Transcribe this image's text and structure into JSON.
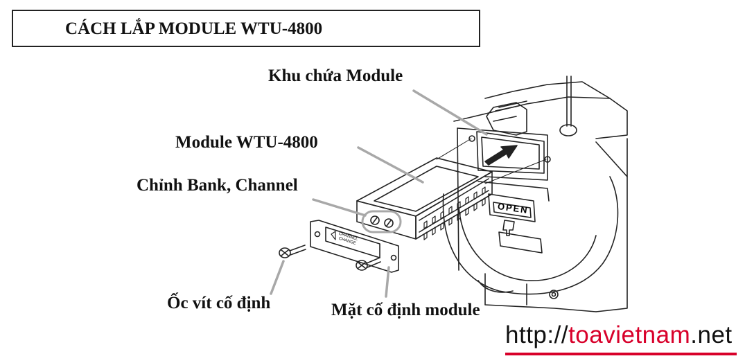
{
  "title": "CÁCH LẮP MODULE WTU-4800",
  "labels": {
    "module_bay": "Khu chứa Module",
    "module": "Module WTU-4800",
    "bank_channel": "Chỉnh Bank, Channel",
    "screw": "Ốc vít cố định",
    "face_plate": "Mặt cố định module"
  },
  "device_text": {
    "open": "OPEN",
    "plate_line1": "CHANNEL",
    "plate_line2": "CHANGE"
  },
  "watermark": {
    "prefix": "http://",
    "brand": "toavietnam",
    "suffix": ".net"
  },
  "colors": {
    "leader": "#a8a8a8",
    "brand": "#d8002a"
  }
}
